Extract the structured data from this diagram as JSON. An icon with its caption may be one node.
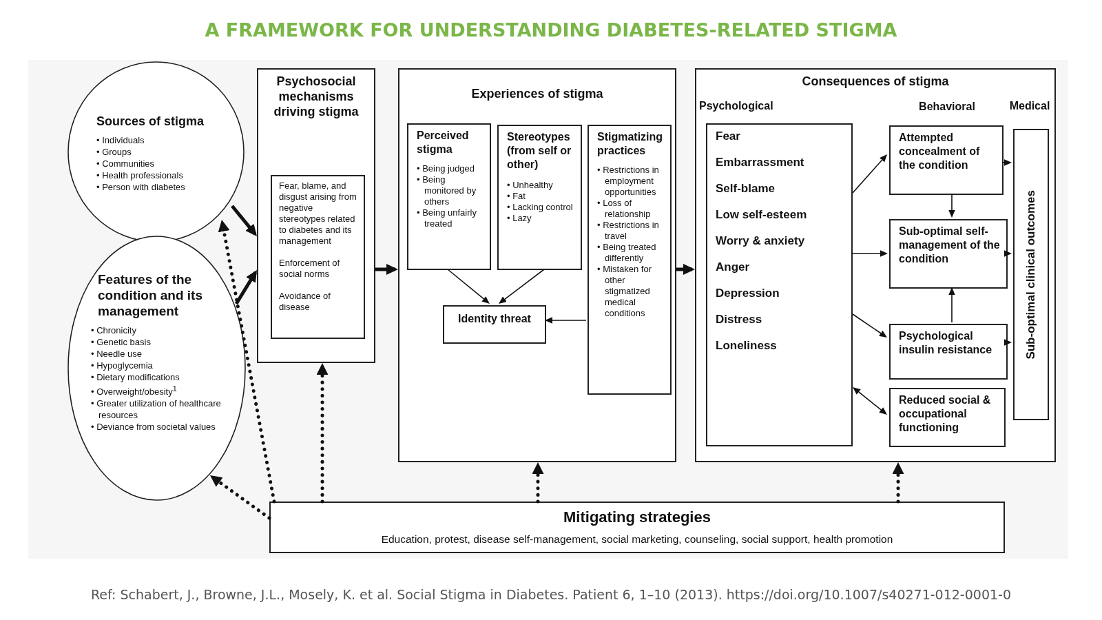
{
  "diagram": {
    "title": "A FRAMEWORK FOR UNDERSTANDING DIABETES-RELATED STIGMA",
    "caption": "Ref: Schabert, J., Browne, J.L., Mosely, K. et al. Social Stigma in Diabetes. Patient 6, 1–10 (2013). https://doi.org/10.1007/s40271-012-0001-0",
    "nodes": [
      {
        "text": [
          "Sources of stigma",
          "• Individuals",
          "• Groups",
          "• Communities",
          "• Health professionals",
          "• Person with diabetes"
        ]
      },
      {
        "text": [
          "Features of the condition and its management",
          "• Chronicity",
          "• Genetic basis",
          "• Needle use",
          "• Hypoglycemia",
          "• Dietary modifications",
          "• Overweight/obesity$^{1}$",
          "• Greater utilization of healthcare resources",
          "• Deviance from societal values"
        ]
      },
      {
        "text": [
          "Psychosocial mechanisms driving stigma"
        ]
      },
      {
        "text": [
          "Fear, blame, and disgust arising from negative stereotypes related to diabetes and its management",
          "Enforcement of social norms",
          "Avoidance of disease"
        ],
        "in": 2
      },
      {
        "text": [
          "Experiences of stigma"
        ]
      },
      {
        "text": [
          "Perceived stigma",
          "• Being judged",
          "• Being monitored by others",
          "• Being unfairly treated"
        ],
        "in": 4
      },
      {
        "text": [
          "Stereotypes (from self or other)",
          "• Unhealthy",
          "• Fat",
          "• Lacking control",
          "• Lazy"
        ],
        "in": 4
      },
      {
        "text": [
          "Stigmatizing practices",
          "• Restrictions in employment opportunities",
          "• Loss of relationship",
          "• Restrictions in travel",
          "• Being treated differently",
          "• Mistaken for other stigmatized medical conditions"
        ],
        "in": 4
      },
      {
        "text": [
          "Identity threat"
        ],
        "in": 4
      },
      {
        "text": [
          "Consequences of stigma"
        ]
      },
      {
        "text": [
          "Psychological",
          "Fear",
          "Embarrassment",
          "Self-blame",
          "Low self-esteem",
          "Worry & anxiety",
          "Anger",
          "Depression",
          "Distress",
          "Loneliness"
        ],
        "in": 9
      },
      {
        "text": [
          "Attempted concealment of the condition"
        ],
        "in": 9
      },
      {
        "text": [
          "Sub-optimal self-management of the condition"
        ],
        "in": 9
      },
      {
        "text": [
          "Psychological insulin resistance"
        ],
        "in": 9
      },
      {
        "text": [
          "Reduced social & occupational functioning"
        ],
        "in": 9
      },
      {
        "text": [
          "Medical",
          "Sub-optimal clinical outcomes"
        ],
        "in": 9
      },
      {
        "text": [
          "Mitigating strategies",
          "Education, protest, disease self-management, social marketing, counseling, social support, health promotion"
        ]
      }
    ],
    "edges": [
      {
        "from": 0,
        "to": 2,
        "arrow": "to",
        "style": "thick"
      },
      {
        "from": 1,
        "to": 2,
        "arrow": "to",
        "style": "thick"
      },
      {
        "from": 2,
        "to": 4,
        "arrow": "to",
        "style": "thick"
      },
      {
        "from": 4,
        "to": 9,
        "arrow": "to",
        "style": "thick"
      },
      {
        "from": 5,
        "to": 8,
        "arrow": "to"
      },
      {
        "from": 6,
        "to": 8,
        "arrow": "to"
      },
      {
        "from": 7,
        "to": 8,
        "arrow": "to"
      },
      {
        "from": 10,
        "to": 11,
        "arrow": "to"
      },
      {
        "from": 10,
        "to": 12,
        "arrow": "to"
      },
      {
        "from": 10,
        "to": 13,
        "arrow": "to"
      },
      {
        "from": 10,
        "to": 14,
        "arrow": "both"
      },
      {
        "from": 11,
        "to": 12,
        "arrow": "to"
      },
      {
        "from": 13,
        "to": 12,
        "arrow": "to"
      },
      {
        "from": 11,
        "to": 15,
        "arrow": "to"
      },
      {
        "from": 12,
        "to": 15,
        "arrow": "to"
      },
      {
        "from": 13,
        "to": 15,
        "arrow": "to"
      },
      {
        "from": 16,
        "to": 0,
        "arrow": "to",
        "style": "dashed"
      },
      {
        "from": 16,
        "to": 1,
        "arrow": "to",
        "style": "dashed"
      },
      {
        "from": 16,
        "to": 2,
        "arrow": "to",
        "style": "dashed"
      },
      {
        "from": 16,
        "to": 4,
        "arrow": "to",
        "style": "dashed"
      },
      {
        "from": 16,
        "to": 9,
        "arrow": "to",
        "style": "dashed"
      }
    ],
    "labels": [
      "Behavioral"
    ]
  }
}
